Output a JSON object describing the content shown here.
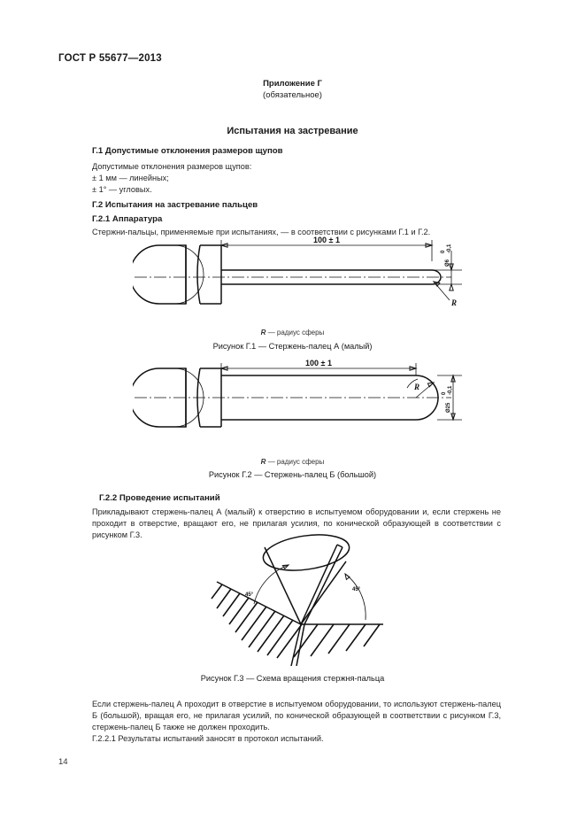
{
  "document": {
    "standard_id": "ГОСТ Р 55677—2013",
    "page_number": "14"
  },
  "annex": {
    "title": "Приложение Г",
    "subtitle": "(обязательное)",
    "heading": "Испытания на застревание"
  },
  "sections": {
    "g1": {
      "heading": "Г.1  Допустимые отклонения размеров щупов",
      "line1": "Допустимые отклонения размеров щупов:",
      "line2": "± 1 мм — линейных;",
      "line3": "± 1° — угловых."
    },
    "g2": {
      "heading": "Г.2  Испытания на застревание пальцев"
    },
    "g21": {
      "heading": "Г.2.1  Аппаратура",
      "text": "Стержни-пальцы, применяемые при испытаниях, — в соответствии с рисунками Г.1 и Г.2."
    },
    "g22": {
      "heading": "Г.2.2  Проведение испытаний",
      "text": "Прикладывают стержень-палец А (малый) к отверстию в испытуемом оборудовании и, если стержень не проходит в отверстие, вращают его, не прилагая усилия, по конической образующей в соответствии с рисунком Г.3."
    },
    "conclusion": {
      "text": "Если стержень-палец А проходит в отверстие в испытуемом оборудовании, то используют стержень-палец Б (большой), вращая его, не прилагая усилий, по конической образующей в соответствии с рисунком Г.3, стержень-палец Б также не должен проходить.",
      "subclause": "Г.2.2.1  Результаты испытаний заносят в протокол испытаний."
    }
  },
  "figures": [
    {
      "id": "Г.1",
      "note_symbol": "R",
      "note_text": "— радиус сферы",
      "caption": "Рисунок Г.1 — Стержень-палец А (малый)",
      "dimensions": {
        "length": "100 ± 1",
        "diameter_value": "Ø6",
        "tol_upper": "0",
        "tol_lower": "-0,1",
        "radius_label": "R"
      }
    },
    {
      "id": "Г.2",
      "note_symbol": "R",
      "note_text": "— радиус сферы",
      "caption": "Рисунок Г.2 — Стержень-палец Б (большой)",
      "dimensions": {
        "length": "100 ± 1",
        "diameter_value": "Ø25",
        "tol_upper": "0",
        "tol_lower": "-0,1",
        "radius_label": "R"
      }
    },
    {
      "id": "Г.3",
      "caption": "Рисунок Г.3 — Схема вращения стержня-пальца",
      "angle_left": "45°",
      "angle_right": "45°"
    }
  ],
  "colors": {
    "ink": "#1a1a1a",
    "line": "#111111",
    "background": "#ffffff"
  }
}
